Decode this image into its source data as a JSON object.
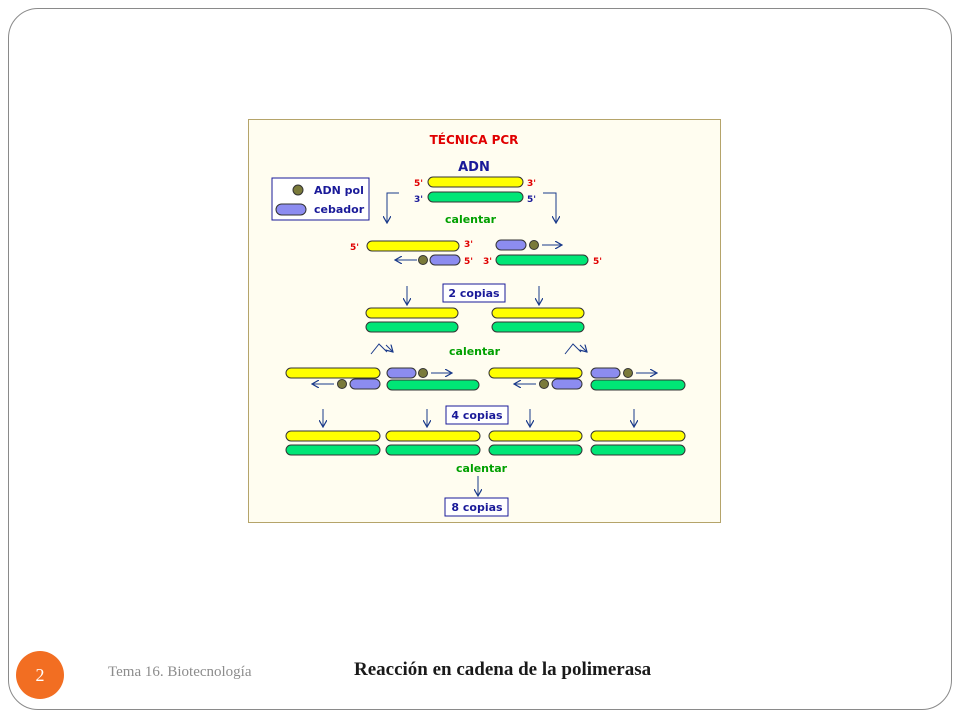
{
  "slide": {
    "page_number": "2",
    "topic": "Tema 16. Biotecnología",
    "title": "Reacción en cadena de la polimerasa"
  },
  "diagram": {
    "title": "TÉCNICA PCR",
    "dna_label": "ADN",
    "legend": {
      "polymerase_label": "ADN pol",
      "primer_label": "cebador"
    },
    "end_labels": {
      "five_prime": "5'",
      "three_prime": "3'"
    },
    "step_labels": {
      "heat": "calentar",
      "copies_2": "2 copias",
      "copies_4": "4 copias",
      "copies_8": "8 copias"
    },
    "colors": {
      "template_strand": "#ffff00",
      "complement_strand": "#00e676",
      "primer": "#8c8cf0",
      "polymerase": "#7a7a3a",
      "title": "#e00000",
      "labels": "#1a1a99",
      "heat_label": "#00a000",
      "arrows": "#1a3a8a"
    }
  }
}
